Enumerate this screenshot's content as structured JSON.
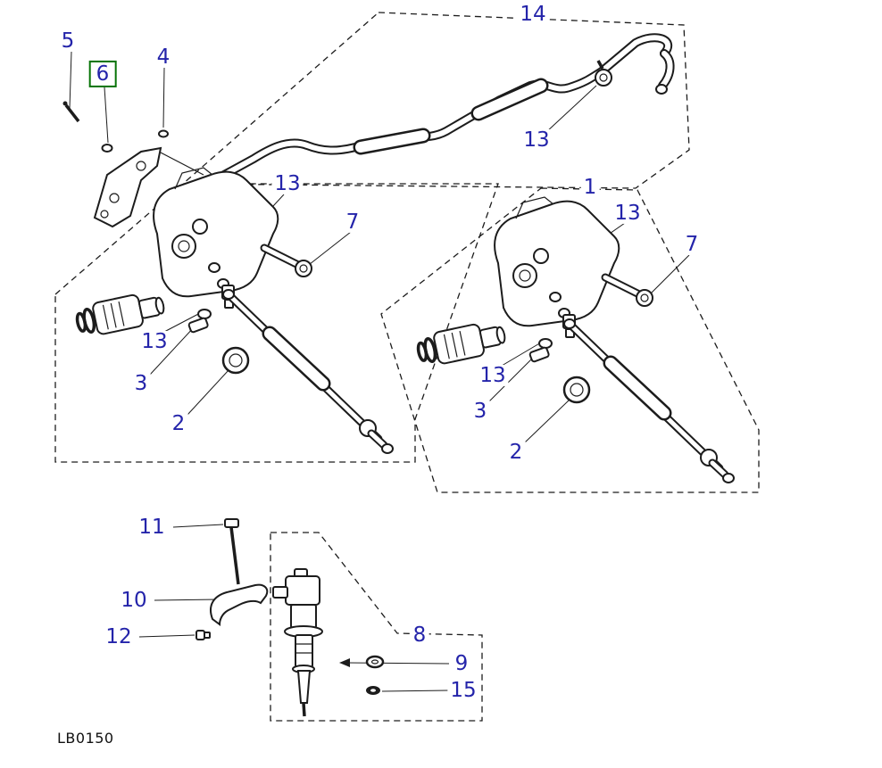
{
  "diagram": {
    "code": "LB0150"
  },
  "colors": {
    "callout": "#2424aa",
    "highlight": "#067306",
    "line": "#1c1c1c",
    "background": "#ffffff"
  },
  "callouts": [
    {
      "part": "14",
      "highlighted": false
    },
    {
      "part": "5",
      "highlighted": false
    },
    {
      "part": "6",
      "highlighted": true
    },
    {
      "part": "4",
      "highlighted": false
    },
    {
      "part": "13",
      "highlighted": false
    },
    {
      "part": "13",
      "highlighted": false
    },
    {
      "part": "7",
      "highlighted": false
    },
    {
      "part": "1",
      "highlighted": false
    },
    {
      "part": "13",
      "highlighted": false
    },
    {
      "part": "7",
      "highlighted": false
    },
    {
      "part": "13",
      "highlighted": false
    },
    {
      "part": "3",
      "highlighted": false
    },
    {
      "part": "2",
      "highlighted": false
    },
    {
      "part": "13",
      "highlighted": false
    },
    {
      "part": "3",
      "highlighted": false
    },
    {
      "part": "2",
      "highlighted": false
    },
    {
      "part": "11",
      "highlighted": false
    },
    {
      "part": "10",
      "highlighted": false
    },
    {
      "part": "12",
      "highlighted": false
    },
    {
      "part": "8",
      "highlighted": false
    },
    {
      "part": "9",
      "highlighted": false
    },
    {
      "part": "15",
      "highlighted": false
    }
  ]
}
